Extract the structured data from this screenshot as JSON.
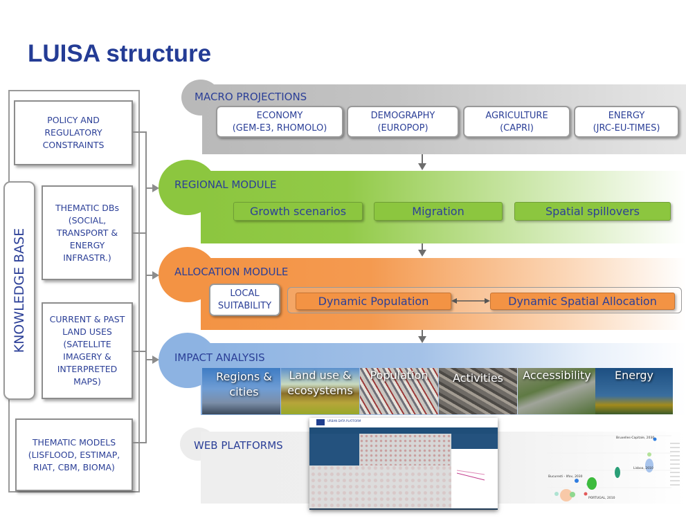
{
  "title": "LUISA structure",
  "knowledge_base": {
    "label": "KNOWLEDGE BASE",
    "boxes": [
      "POLICY AND REGULATORY CONSTRAINTS",
      "THEMATIC DBs (SOCIAL, TRANSPORT & ENERGY INFRASTR.)",
      "CURRENT & PAST LAND USES (SATELLITE IMAGERY & INTERPRETED MAPS)",
      "THEMATIC MODELS (LISFLOOD, ESTIMAP, RIAT, CBM, BIOMA)"
    ]
  },
  "macro": {
    "label": "MACRO PROJECTIONS",
    "color": "#b9b9b9",
    "boxes": [
      {
        "name": "ECONOMY",
        "sub": "(GEM-E3, RHOMOLO)"
      },
      {
        "name": "DEMOGRAPHY",
        "sub": "(EUROPOP)"
      },
      {
        "name": "AGRICULTURE",
        "sub": "(CAPRI)"
      },
      {
        "name": "ENERGY",
        "sub": "(JRC-EU-TIMES)"
      }
    ]
  },
  "regional": {
    "label": "REGIONAL MODULE",
    "color": "#8cc63f",
    "boxes": [
      "Growth scenarios",
      "Migration",
      "Spatial spillovers"
    ]
  },
  "allocation": {
    "label": "ALLOCATION MODULE",
    "color": "#f39344",
    "local": "LOCAL SUITABILITY",
    "boxes": [
      "Dynamic Population",
      "Dynamic Spatial Allocation"
    ]
  },
  "impact": {
    "label": "IMPACT ANALYSIS",
    "color": "#8db3e2",
    "tiles": [
      "Regions & cities",
      "Land use & ecosystems",
      "Population",
      "Activities",
      "Accessibility",
      "Energy"
    ]
  },
  "web": {
    "label": "WEB PLATFORMS",
    "screenshot_header": "URBAN DATA PLATFORM",
    "scatter_labels": [
      "Bruxelles-Capitale, 2030",
      "Bucuresti - Ilfov, 2030",
      "Lisboa, 2010",
      "PORTUGAL, 2010"
    ]
  }
}
